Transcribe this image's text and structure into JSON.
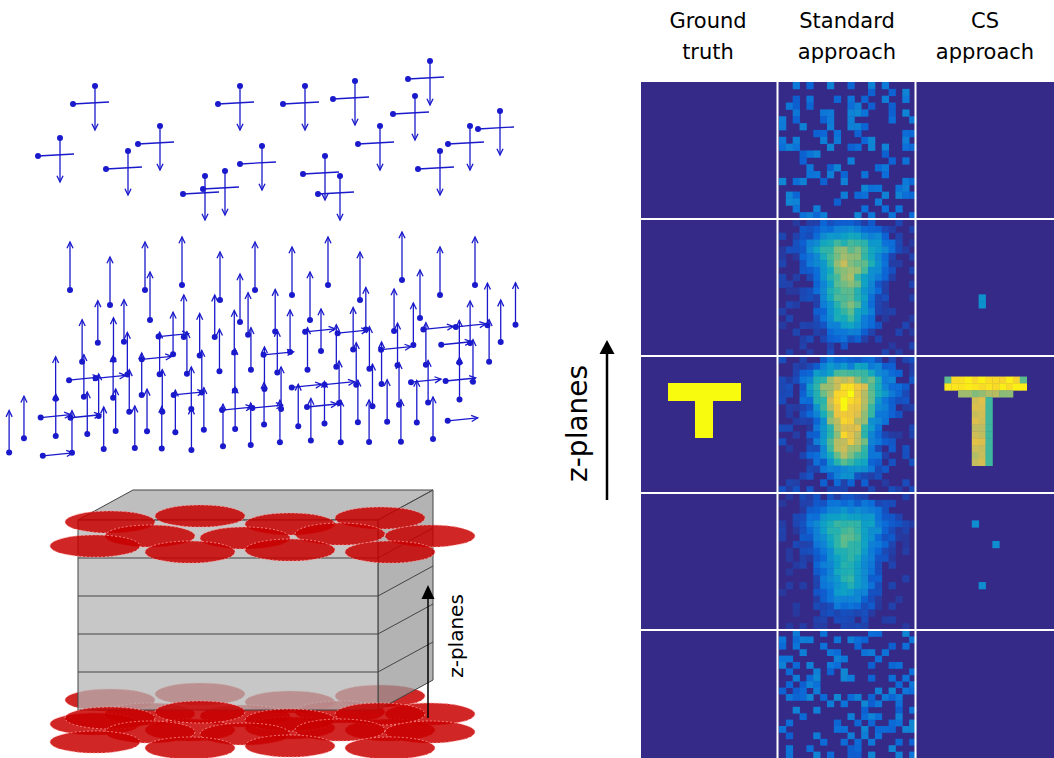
{
  "diagram": {
    "labels": [
      "Ground truth",
      "Standard approach",
      "CS approach",
      "z-planes",
      "z-planes"
    ]
  }
}
